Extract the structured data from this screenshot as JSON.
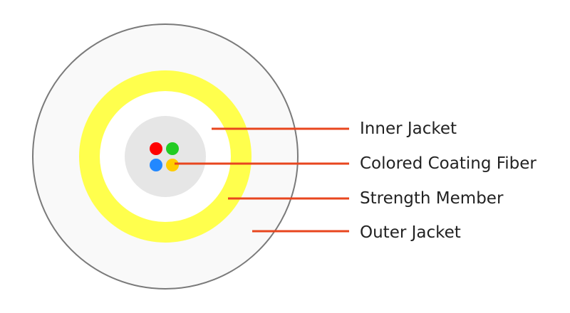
{
  "labels": {
    "inner_jacket": "Inner Jacket",
    "colored_coating_fiber": "Colored Coating Fiber",
    "strength_member": "Strength Member",
    "outer_jacket": "Outer Jacket"
  },
  "colors": {
    "outer_jacket_fill": "#f9f9f9",
    "outer_jacket_stroke": "#7a7a7a",
    "strength_member": "#ffff4d",
    "inner_jacket": "#ffffff",
    "core": "#e6e6e6",
    "leader_line": "#e8461e",
    "fiber_red": "#ff0000",
    "fiber_green": "#22cc22",
    "fiber_blue": "#2288ff",
    "fiber_yellow": "#ffcc00"
  }
}
